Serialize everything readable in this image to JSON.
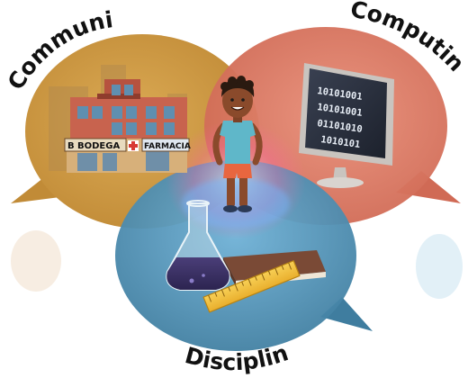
{
  "labels": {
    "community": "Community",
    "computing": "Computing",
    "disciplines": "Disciplines"
  },
  "community_scene": {
    "shop_sign_left": "BODEGA",
    "shop_sign_right": "FARMACIA",
    "sign_prefix": "B"
  },
  "computing_scene": {
    "binary_line_1": "10101001",
    "binary_line_2": "10101001",
    "binary_line_3": "01101010",
    "binary_line_4": "1010101"
  },
  "colors": {
    "community": "#d4a34a",
    "computing": "#e2836b",
    "disciplines": "#5e9ec2",
    "outline": "#111111"
  },
  "icons": [
    "building-icon",
    "computer-monitor-icon",
    "flask-icon",
    "book-icon",
    "ruler-icon",
    "child-figure-icon"
  ]
}
